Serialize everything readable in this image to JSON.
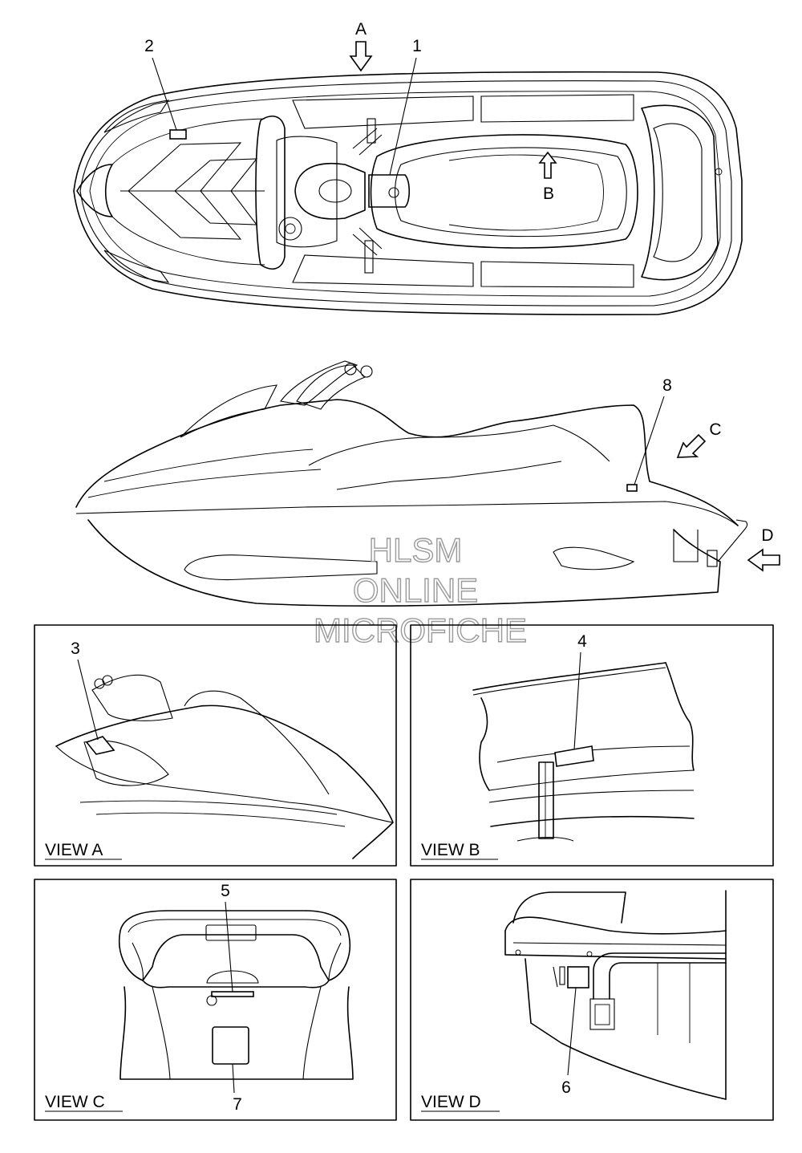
{
  "callouts": {
    "c1": "1",
    "c2": "2",
    "c3": "3",
    "c4": "4",
    "c5": "5",
    "c6": "6",
    "c7": "7",
    "c8": "8"
  },
  "view_arrows": {
    "a": "A",
    "b": "B",
    "c": "C",
    "d": "D"
  },
  "view_labels": {
    "view_a": "VIEW A",
    "view_b": "VIEW B",
    "view_c": "VIEW C",
    "view_d": "VIEW D"
  },
  "watermark": {
    "line1": "HLSM",
    "line2": "ONLINE",
    "line3": "MICROFICHE"
  }
}
